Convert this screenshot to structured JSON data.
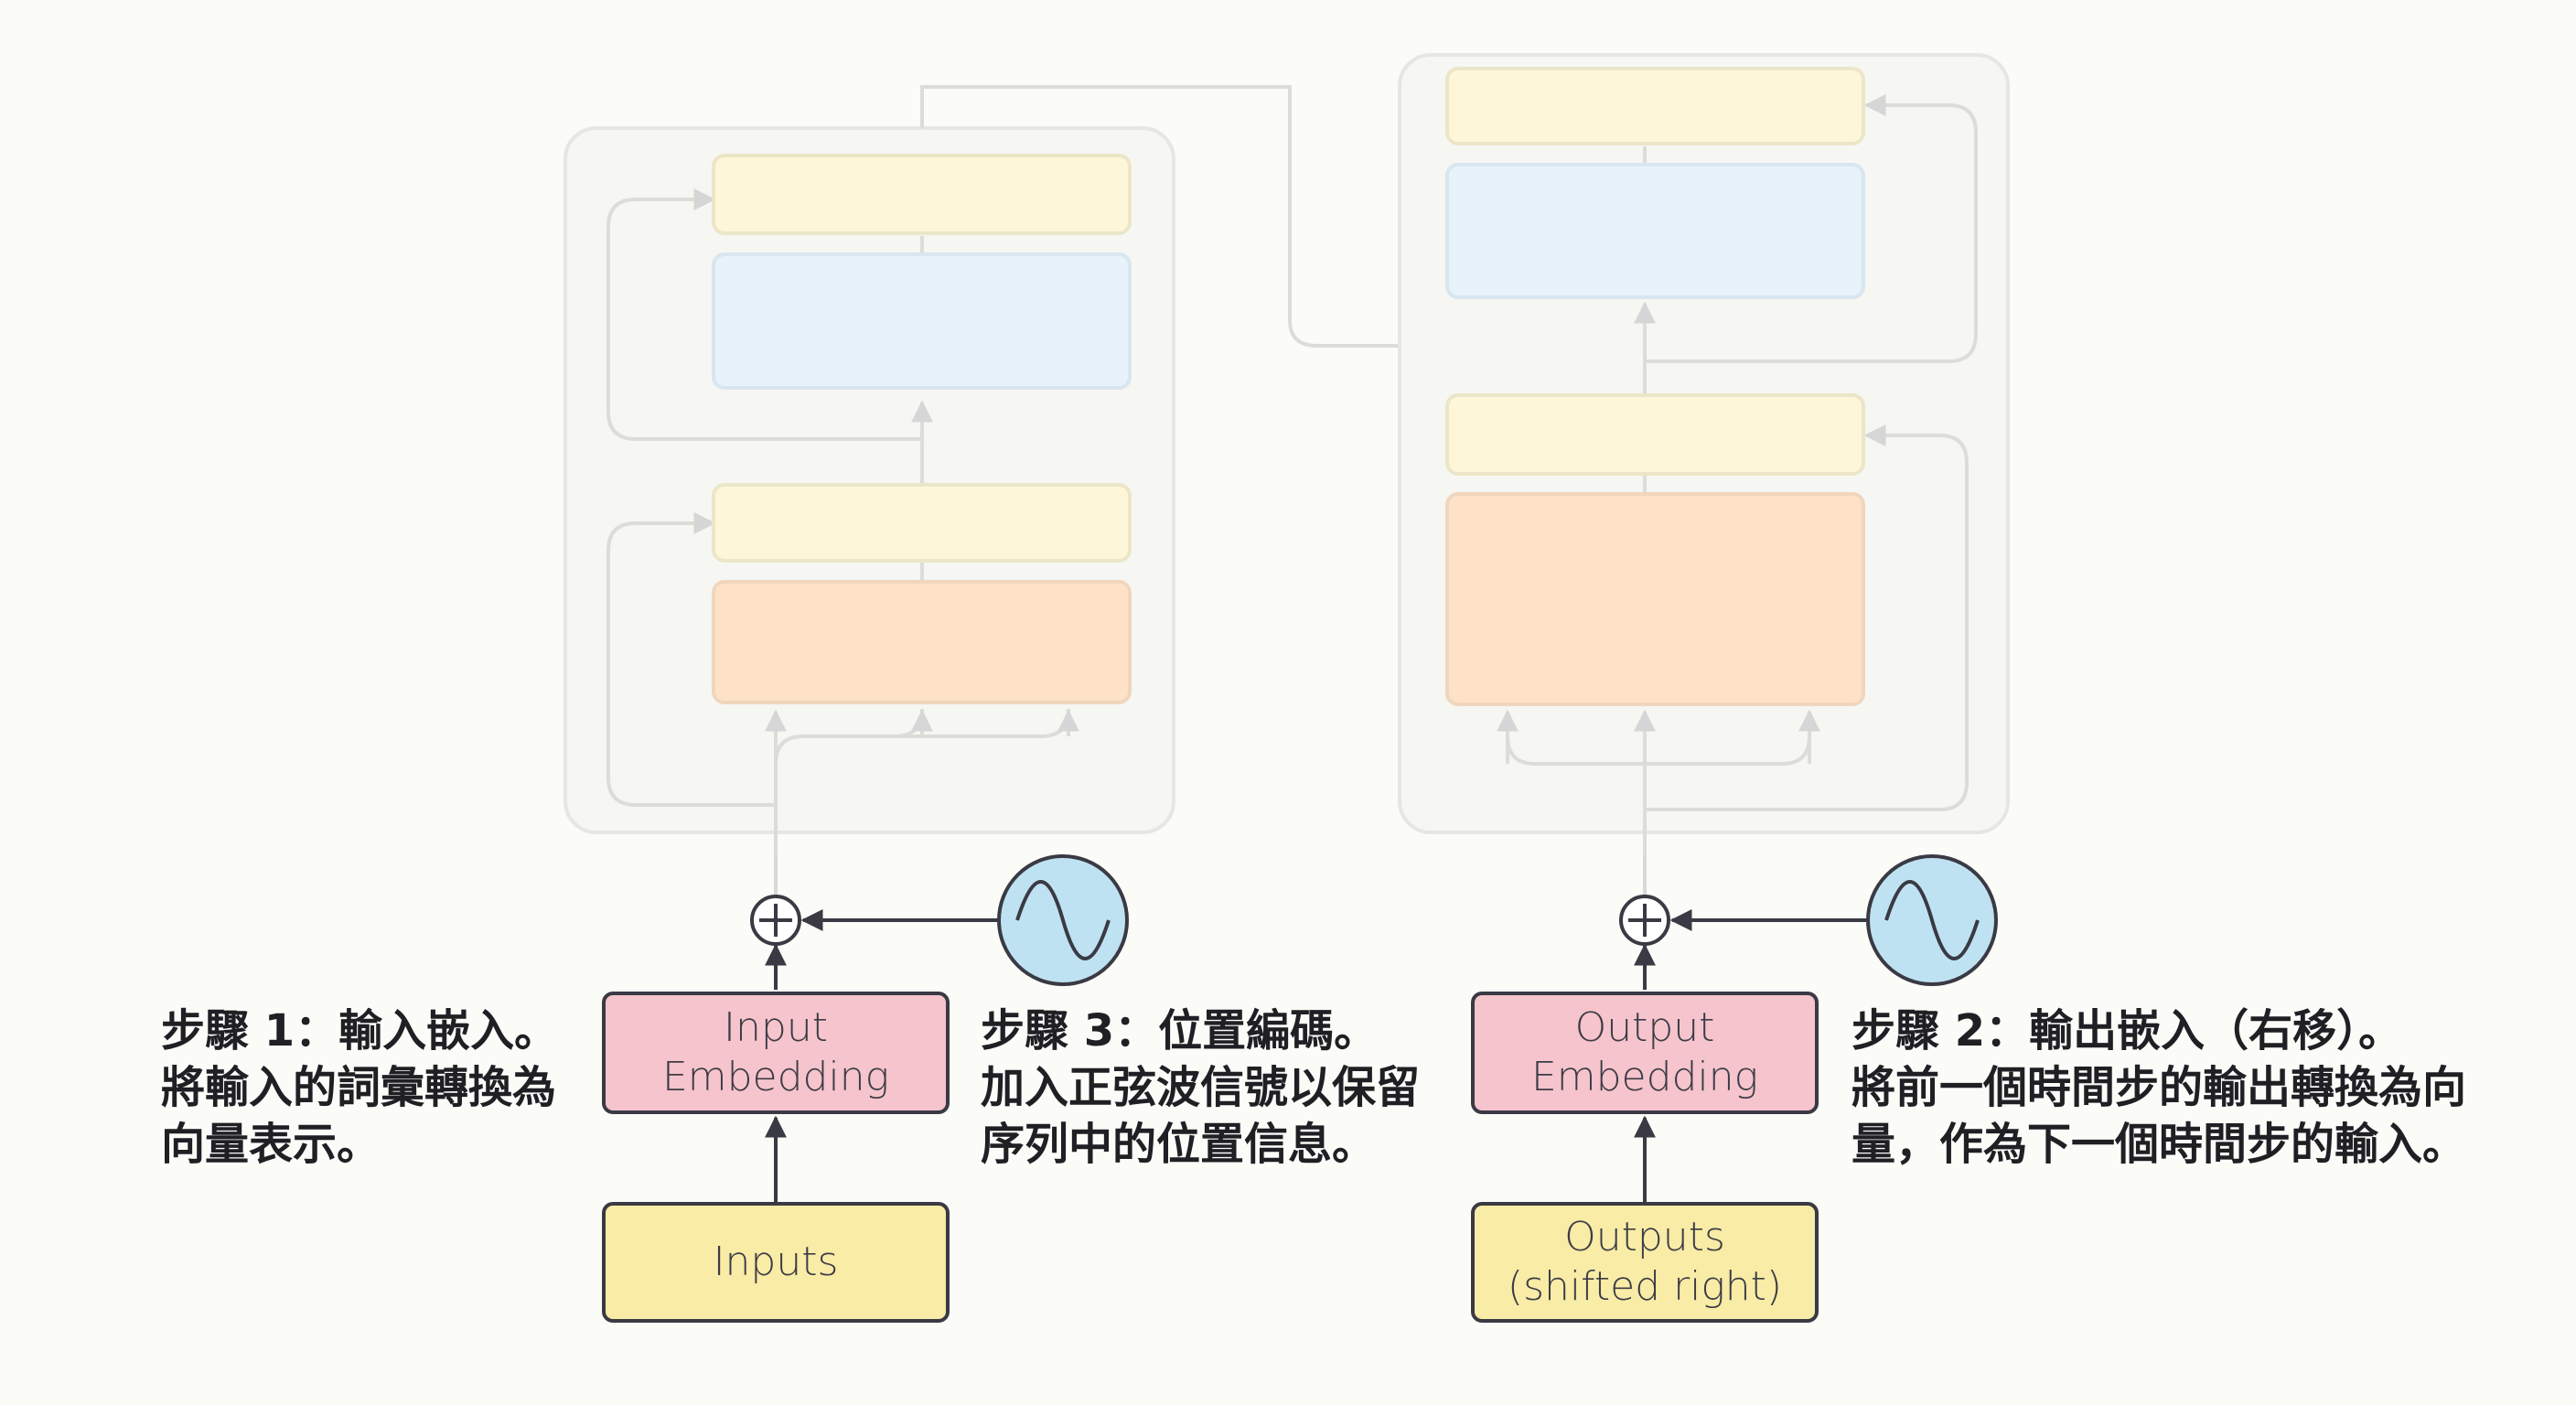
{
  "colors": {
    "input_embedding": "#f6c4cc",
    "io_box": "#f8eca6",
    "sinusoid": "#bfe2f2",
    "faded_yellow": "#fdf6d8",
    "faded_blue": "#e7f2fb",
    "faded_orange": "#fde2c8",
    "stroke": "#3a3a44"
  },
  "encoder": {
    "embedding_line1": "Input",
    "embedding_line2": "Embedding",
    "inputs_label": "Inputs"
  },
  "decoder": {
    "embedding_line1": "Output",
    "embedding_line2": "Embedding",
    "outputs_line1": "Outputs",
    "outputs_line2": "(shifted right)"
  },
  "annotations": {
    "step1": [
      "步驟 1：輸入嵌入。",
      "將輸入的詞彙轉換為",
      "向量表示。"
    ],
    "step3": [
      "步驟 3：位置編碼。",
      "加入正弦波信號以保留",
      "序列中的位置信息。"
    ],
    "step2": [
      "步驟 2：輸出嵌入（右移）。",
      "將前一個時間步的輸出轉換為向",
      "量，作為下一個時間步的輸入。"
    ]
  },
  "icons": {
    "add": "circle-plus-icon",
    "positional": "sine-wave-icon"
  }
}
